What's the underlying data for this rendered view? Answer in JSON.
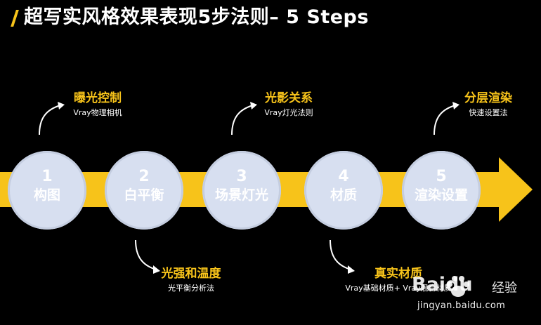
{
  "title": "超写实风格效果表现5步法则– 5 Steps",
  "colors": {
    "accent": "#f7c31a",
    "circle": "#d7dff0",
    "background": "#000000"
  },
  "steps": [
    {
      "number": "1",
      "label": "构图"
    },
    {
      "number": "2",
      "label": "白平衡"
    },
    {
      "number": "3",
      "label": "场景灯光"
    },
    {
      "number": "4",
      "label": "材质"
    },
    {
      "number": "5",
      "label": "渲染设置"
    }
  ],
  "annotations": {
    "a1": {
      "heading": "曝光控制",
      "sub": "Vray物理相机"
    },
    "a2": {
      "heading": "光强和温度",
      "sub": "光平衡分析法"
    },
    "a3": {
      "heading": "光影关系",
      "sub": "Vray灯光法则"
    },
    "a4": {
      "heading": "真实材质",
      "sub": "Vray基础材质+ Vray混合材质"
    },
    "a5": {
      "heading": "分层渲染",
      "sub": "快速设置法"
    }
  },
  "watermark": {
    "logo": "Baidu",
    "product": "经验",
    "url": "jingyan.baidu.com"
  }
}
